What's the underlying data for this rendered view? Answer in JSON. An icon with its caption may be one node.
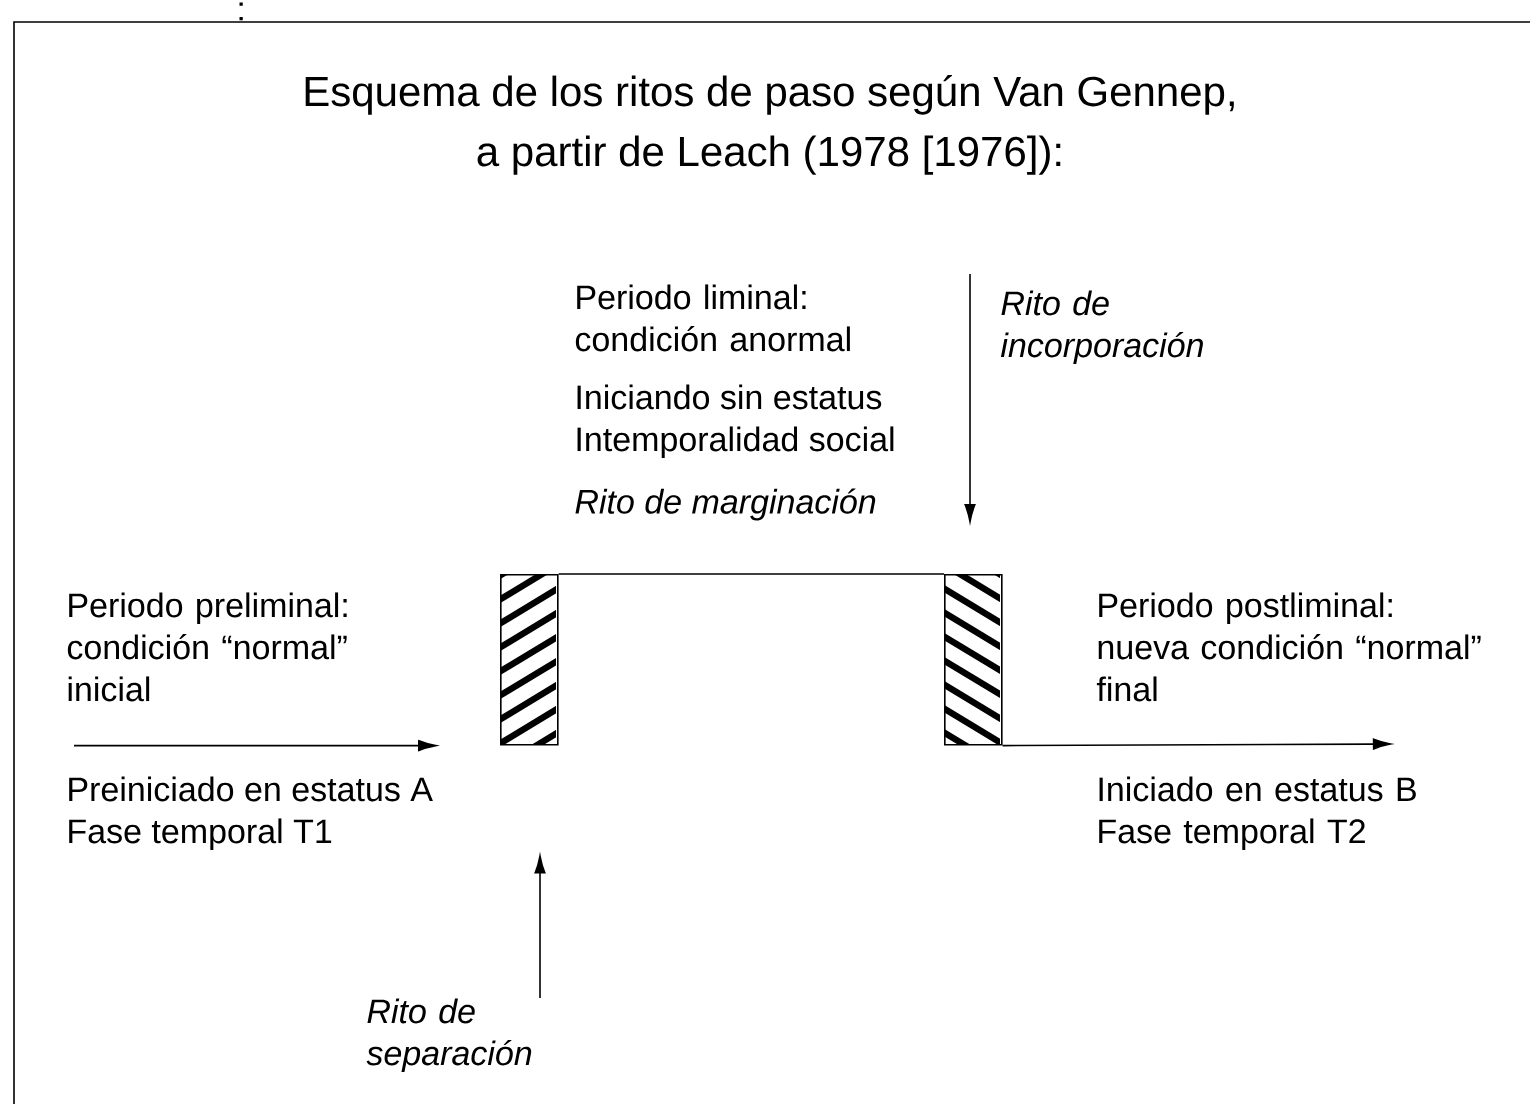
{
  "diagram": {
    "title": "Esquema de los ritos de paso según Van Gennep, a partir de Leach (1978 [1976]):",
    "nodes": [
      {
        "text": [],
        "shape": "bar"
      },
      {
        "text": [],
        "shape": "bar"
      },
      {
        "text": [
          "*Rito de separación*"
        ]
      },
      {
        "text": [
          "*Rito de incorporación*"
        ]
      },
      {
        "text": [
          "Iniciado en estatus B",
          "Fase temporal T2"
        ]
      }
    ],
    "edges": [
      {
        "from": null,
        "to": 0,
        "arrow": "to"
      },
      {
        "from": 0,
        "to": 1,
        "arrow": "none"
      },
      {
        "from": 1,
        "to": 4,
        "arrow": "to"
      },
      {
        "from": 2,
        "to": 0,
        "arrow": "to"
      },
      {
        "from": 3,
        "to": 1,
        "arrow": "to"
      }
    ],
    "labels": [
      ":",
      "Periodo liminal: condición anormal",
      "Iniciando sin estatus",
      "Intemporalidad social",
      "*Rito de marginación*",
      "Periodo preliminal: condición “normal” inicial",
      "Preiniciado en estatus A",
      "Fase temporal T1",
      "Periodo postliminal: nueva condición “normal” final"
    ]
  }
}
